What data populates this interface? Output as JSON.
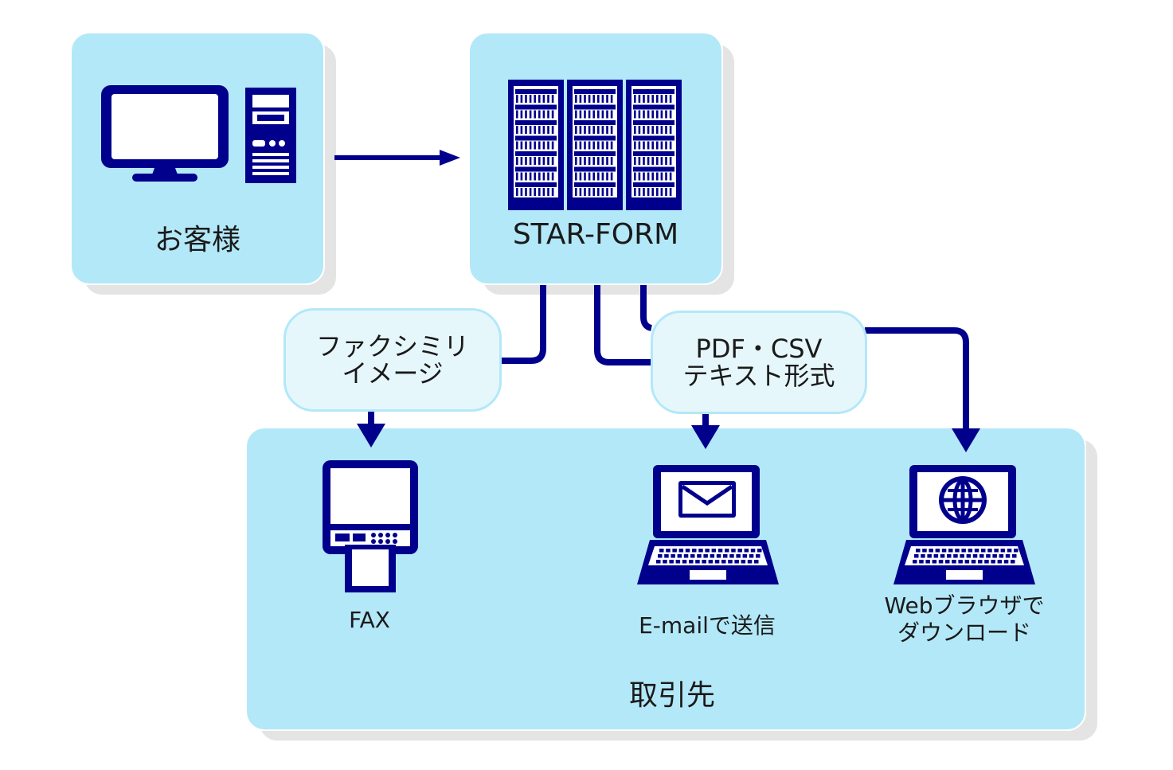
{
  "colors": {
    "panel": "#b3e8f8",
    "pill": "#e6f7fc",
    "ink": "#00008c",
    "shadow": "#e4e4e4"
  },
  "customer": {
    "label": "お客様",
    "icon": "desktop-computer-icon"
  },
  "server": {
    "label": "STAR-FORM",
    "icon": "server-rack-icon"
  },
  "formats": {
    "fax_image": {
      "line1": "ファクシミリ",
      "line2": "イメージ"
    },
    "pdf_csv": {
      "line1": "PDF・CSV",
      "line2": "テキスト形式"
    }
  },
  "partner": {
    "label": "取引先",
    "fax": {
      "label": "FAX",
      "icon": "fax-machine-icon"
    },
    "email": {
      "label": "E-mailで送信",
      "icon": "laptop-mail-icon"
    },
    "web": {
      "line1": "Webブラウザで",
      "line2": "ダウンロード",
      "icon": "laptop-globe-icon"
    }
  }
}
